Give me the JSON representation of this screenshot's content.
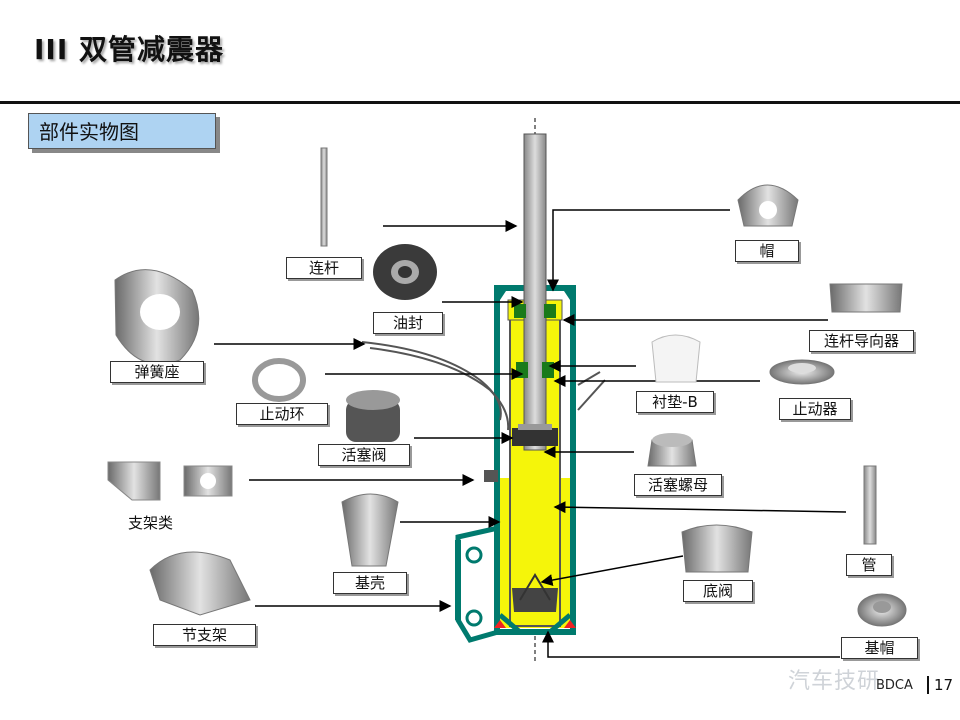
{
  "header": {
    "title": "III  双管减震器"
  },
  "section": {
    "title": "部件实物图"
  },
  "labels": {
    "lianGan": "连杆",
    "youFeng": "油封",
    "danHuangZuo": "弹簧座",
    "zhiDongHuan": "止动环",
    "huoSaiFa": "活塞阀",
    "zhiJiaLei": "支架类",
    "jiKe": "基壳",
    "jieZhiJia": "节支架",
    "mao": "帽",
    "lianGanDaoXiangQi": "连杆导向器",
    "chenDianB": "衬垫-B",
    "zhiDongQi": "止动器",
    "huoSaiLuoMu": "活塞螺母",
    "guan": "管",
    "diFa": "底阀",
    "jiMao": "基帽"
  },
  "footer": {
    "brand": "BDCA",
    "page": "17",
    "watermark": "汽车技研"
  },
  "colors": {
    "fluid": "#f5f50a",
    "housing": "#007a6e",
    "rod": "#a8a8a8",
    "headerBox": "#aed3f2"
  }
}
